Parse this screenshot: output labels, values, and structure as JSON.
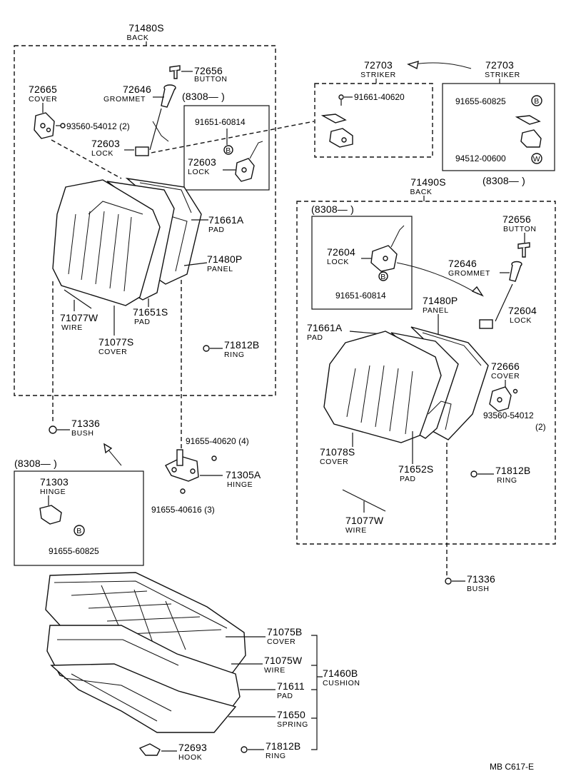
{
  "labels": {
    "back_left_pn": "71480S",
    "back_left_nm": "BACK",
    "button_l_pn": "72656",
    "button_l_nm": "BUTTON",
    "grommet_l_pn": "72646",
    "grommet_l_nm": "GROMMET",
    "cover_l_pn": "72665",
    "cover_l_nm": "COVER",
    "screw_l": "93560-54012 (2)",
    "lock_l_pn": "72603",
    "lock_l_nm": "LOCK",
    "inset_l_date": "(8308—          )",
    "inset_l_bolt": "91651-60814",
    "inset_l_lock_pn": "72603",
    "inset_l_lock_nm": "LOCK",
    "pad_l_pn": "71661A",
    "pad_l_nm": "PAD",
    "panel_l_pn": "71480P",
    "panel_l_nm": "PANEL",
    "wire_l_pn": "71077W",
    "wire_l_nm": "WIRE",
    "pad2_l_pn": "71651S",
    "pad2_l_nm": "PAD",
    "cover2_l_pn": "71077S",
    "cover2_l_nm": "COVER",
    "ring_l_pn": "71812B",
    "ring_l_nm": "RING",
    "striker1_pn": "72703",
    "striker1_nm": "STRIKER",
    "striker1_bolt": "91661-40620",
    "striker2_pn": "72703",
    "striker2_nm": "STRIKER",
    "striker2_bolt": "91655-60825",
    "striker2_washer": "94512-00600",
    "striker2_date": "(8308—          )",
    "back_right_pn": "71490S",
    "back_right_nm": "BACK",
    "inset_r_date": "(8308—          )",
    "inset_r_lock_pn": "72604",
    "inset_r_lock_nm": "LOCK",
    "inset_r_bolt": "91651-60814",
    "button_r_pn": "72656",
    "button_r_nm": "BUTTON",
    "grommet_r_pn": "72646",
    "grommet_r_nm": "GROMMET",
    "panel_r_pn": "71480P",
    "panel_r_nm": "PANEL",
    "lock_r_pn": "72604",
    "lock_r_nm": "LOCK",
    "pad_r_pn": "71661A",
    "pad_r_nm": "PAD",
    "cover_r_pn": "72666",
    "cover_r_nm": "COVER",
    "screw_r": "93560-54012",
    "screw_r_qty": "(2)",
    "cover2_r_pn": "71078S",
    "cover2_r_nm": "COVER",
    "pad2_r_pn": "71652S",
    "pad2_r_nm": "PAD",
    "ring_r_pn": "71812B",
    "ring_r_nm": "RING",
    "wire_r_pn": "71077W",
    "wire_r_nm": "WIRE",
    "bush_l_pn": "71336",
    "bush_l_nm": "BUSH",
    "bush_r_pn": "71336",
    "bush_r_nm": "BUSH",
    "hinge_bolt_top": "91655-40620 (4)",
    "hinge_pn": "71305A",
    "hinge_nm": "HINGE",
    "hinge_bolt_bottom": "91655-40616 (3)",
    "inset_h_date": "(8308—         )",
    "inset_h_pn": "71303",
    "inset_h_nm": "HINGE",
    "inset_h_bolt": "91655-60825",
    "cushion_cover_pn": "71075B",
    "cushion_cover_nm": "COVER",
    "cushion_wire_pn": "71075W",
    "cushion_wire_nm": "WIRE",
    "cushion_pn": "71460B",
    "cushion_nm": "CUSHION",
    "cushion_pad_pn": "71611",
    "cushion_pad_nm": "PAD",
    "spring_pn": "71650",
    "spring_nm": "SPRING",
    "hook_pn": "72693",
    "hook_nm": "HOOK",
    "ring_c_pn": "71812B",
    "ring_c_nm": "RING",
    "mark_b": "B",
    "mark_w": "W",
    "footer": "MB  C617-E"
  }
}
